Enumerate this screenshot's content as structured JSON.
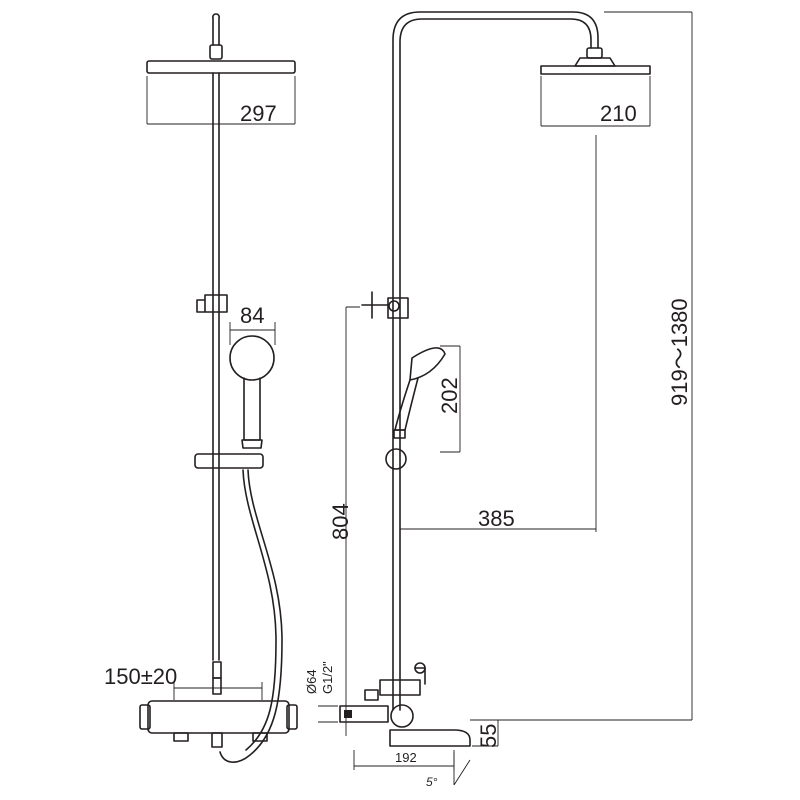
{
  "dimensions": {
    "front_head_width": "297",
    "side_head_width": "210",
    "hand_shower_width": "84",
    "hand_shower_height": "202",
    "total_height": "919～1380",
    "outlet_height": "804",
    "head_reach": "385",
    "inlet_spacing": "150±20",
    "inlet_diameter": "Ø64",
    "inlet_thread": "G1/2\"",
    "spout_height": "55",
    "spout_reach": "192",
    "spout_angle": "5°"
  },
  "colors": {
    "line": "#231f20",
    "background": "#ffffff"
  }
}
